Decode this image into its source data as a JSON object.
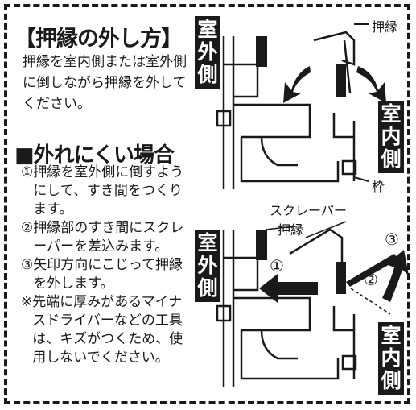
{
  "heading": "【押縁の外し方】",
  "intro": "押縁を室内側または室外側に倒しながら押縁を外してください。",
  "subheading": "■外れにくい場合",
  "steps": [
    {
      "num": "①",
      "text": "押縁を室外側に倒すようにして、すき間をつくります。"
    },
    {
      "num": "②",
      "text": "押縁部のすき間にスクレーパーを差込みます。"
    },
    {
      "num": "③",
      "text": "矢印方向にこじって押縁を外します。"
    },
    {
      "num": "※",
      "text": "先端に厚みがあるマイナスドライバーなどの工具は、キズがつくため、使用しないでください。"
    }
  ],
  "diagram_top": {
    "outdoor_label": "室外側",
    "indoor_label": "室内側",
    "glazing_bead_label": "押縁",
    "frame_label": "枠"
  },
  "diagram_bottom": {
    "outdoor_label": "室外側",
    "indoor_label": "室内側",
    "scraper_label": "スクレーパー",
    "glazing_bead_label": "押縁",
    "marker_1": "①",
    "marker_2": "②",
    "marker_3": "③"
  }
}
